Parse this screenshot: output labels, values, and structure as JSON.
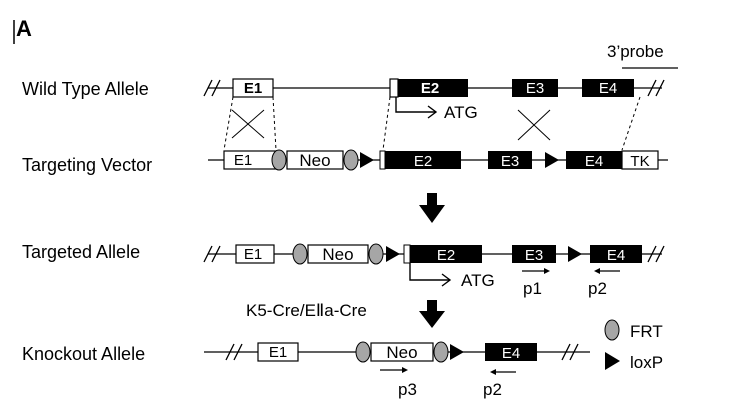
{
  "panel_label": "A",
  "probe_label": "3’probe",
  "rows": {
    "wild_type": "Wild Type Allele",
    "targeting_vector": "Targeting Vector",
    "targeted_allele": "Targeted Allele",
    "knockout_allele": "Knockout Allele"
  },
  "exons": {
    "e1": "E1",
    "e2": "E2",
    "e3": "E3",
    "e4": "E4"
  },
  "elements": {
    "neo": "Neo",
    "tk": "TK"
  },
  "start_codon": "ATG",
  "cre_label": "K5-Cre/EⅡa-Cre",
  "primers": {
    "p1": "p1",
    "p2": "p2",
    "p3": "p3"
  },
  "legend": {
    "frt": "FRT",
    "loxp": "loxP"
  },
  "colors": {
    "black": "#000000",
    "white": "#ffffff",
    "frt_gray": "#a6a6a6"
  }
}
